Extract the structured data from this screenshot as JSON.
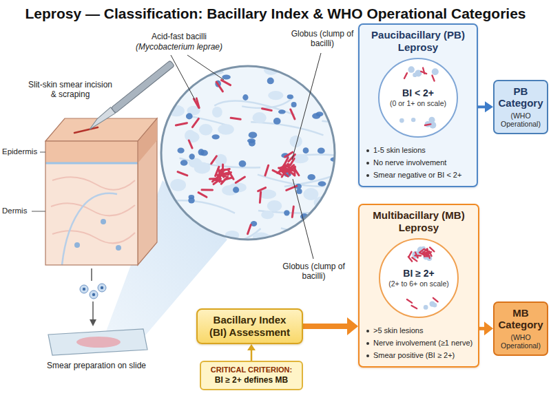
{
  "diagram": {
    "title": "Leprosy — Classification: Bacillary Index & WHO Operational Categories",
    "nodes": [
      {
        "text": [
          "Paucibacillary (PB) Leprosy",
          "1-5 skin lesions",
          "No nerve involvement",
          "Smear negative or BI < 2+"
        ]
      },
      {
        "text": [
          "BI < 2+",
          "(0 or 1+ on scale)"
        ],
        "in": 0
      },
      {
        "text": [
          "PB Category",
          "(WHO Operational)"
        ]
      },
      {
        "text": [
          "Bacillary Index (BI) Assessment"
        ]
      },
      {
        "text": [
          "CRITICAL CRITERION:",
          "BI ≥ 2+ defines MB"
        ]
      },
      {
        "text": [
          "Multibacillary (MB) Leprosy",
          ">5 skin lesions",
          "Nerve involvement (≥1 nerve)",
          "Smear positive (BI ≥ 2+)"
        ]
      },
      {
        "text": [
          "BI ≥ 2+",
          "(2+ to 6+ on scale)"
        ],
        "in": 5
      },
      {
        "text": [
          "MB Category",
          "(WHO Operational)"
        ]
      }
    ],
    "edges": [
      {
        "from": 0,
        "to": 2,
        "arrow": "to"
      },
      {
        "from": 3,
        "to": 5,
        "arrow": "to"
      },
      {
        "from": 5,
        "to": 7,
        "arrow": "to"
      },
      {
        "from": 4,
        "to": 3,
        "arrow": "to"
      }
    ],
    "labels": [
      "Acid-fast bacilli",
      "(Mycobacterium leprae)",
      "Globus (clump of bacilli)",
      "Slit-skin smear incision & scraping",
      "Epidermis",
      "Dermis",
      "Smear preparation on slide",
      "Globus (clump of bacilli)"
    ]
  }
}
